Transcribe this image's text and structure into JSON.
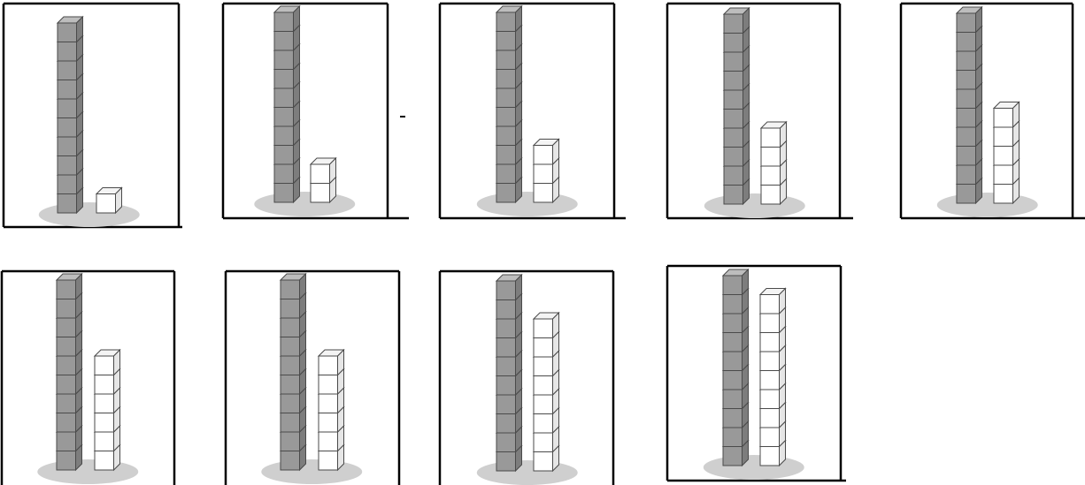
{
  "colors": {
    "ten_rod_face": "#999999",
    "ten_rod_top": "#bdbdbd",
    "ten_rod_side": "#7d7d7d",
    "unit_face": "#ffffff",
    "unit_top": "#f4f4f4",
    "unit_side": "#e6e6e6",
    "edge": "#4a4a4a",
    "shadow": "#cfcfcf",
    "frame": "#000000"
  },
  "panels": [
    {
      "ten_rod_cubes": 10,
      "unit_cubes": 1
    },
    {
      "ten_rod_cubes": 10,
      "unit_cubes": 2
    },
    {
      "ten_rod_cubes": 10,
      "unit_cubes": 3
    },
    {
      "ten_rod_cubes": 10,
      "unit_cubes": 4
    },
    {
      "ten_rod_cubes": 10,
      "unit_cubes": 5
    },
    {
      "ten_rod_cubes": 10,
      "unit_cubes": 6
    },
    {
      "ten_rod_cubes": 10,
      "unit_cubes": 6
    },
    {
      "ten_rod_cubes": 10,
      "unit_cubes": 8
    },
    {
      "ten_rod_cubes": 10,
      "unit_cubes": 9
    }
  ]
}
